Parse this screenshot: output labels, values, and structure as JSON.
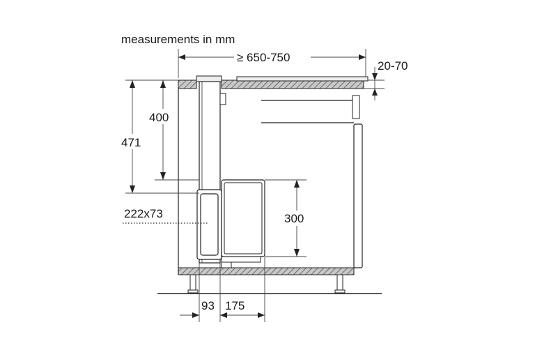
{
  "diagram": {
    "title": "measurements in mm",
    "dimensions": {
      "depth": "≥ 650-750",
      "worktop_thickness": "20-70",
      "height_400": "400",
      "height_471": "471",
      "duct_section": "222x73",
      "height_300": "300",
      "offset_93": "93",
      "width_175": "175"
    },
    "colors": {
      "line": "#222222",
      "hatch_fill": "#bdbdbd",
      "panel_fill": "#f2f2f2"
    }
  }
}
